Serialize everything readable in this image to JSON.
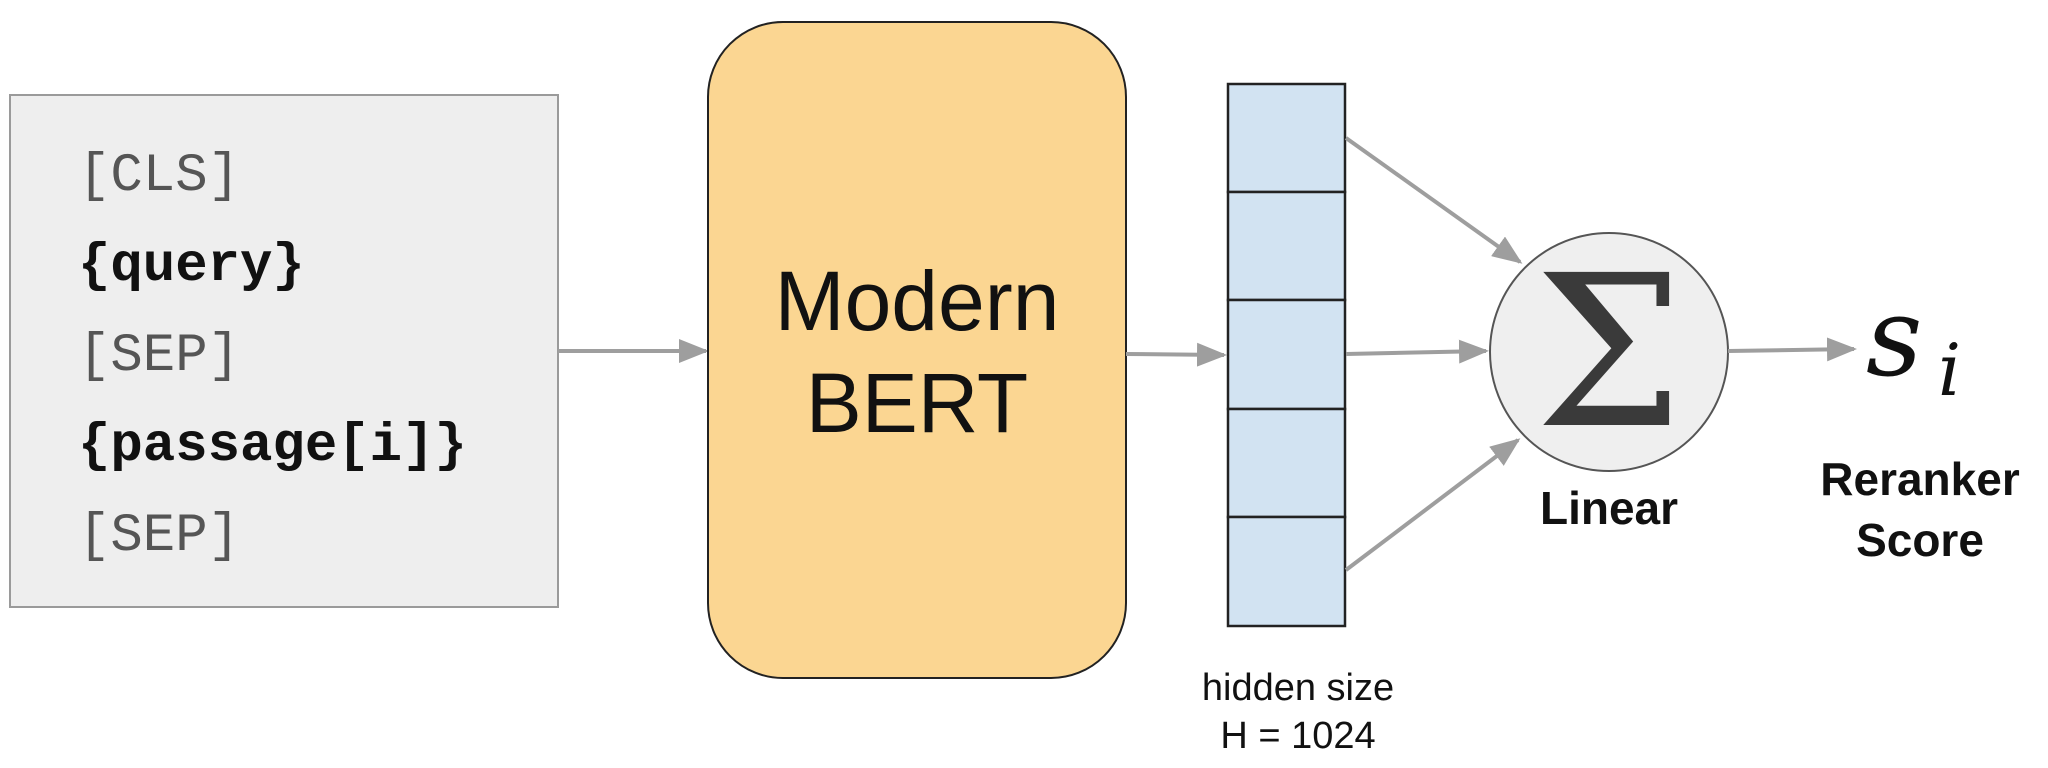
{
  "input_box": {
    "lines": [
      {
        "text": "[CLS]",
        "bold": false
      },
      {
        "text": "{query}",
        "bold": true
      },
      {
        "text": "[SEP]",
        "bold": false
      },
      {
        "text": "{passage[i]}",
        "bold": true
      },
      {
        "text": "[SEP]",
        "bold": false
      }
    ]
  },
  "model": {
    "line1": "Modern",
    "line2": "BERT"
  },
  "hidden": {
    "cell_count": 5,
    "label_line1": "hidden size",
    "label_line2": "H = 1024"
  },
  "linear": {
    "symbol": "Σ",
    "label": "Linear"
  },
  "score": {
    "symbol": "s",
    "subscript": "i",
    "label_line1": "Reranker",
    "label_line2": "Score"
  },
  "colors": {
    "input_fill": "#eeeeee",
    "model_fill": "#fbd692",
    "cell_fill": "#d2e3f2",
    "linear_fill": "#efefef",
    "arrow": "#9e9e9e"
  }
}
